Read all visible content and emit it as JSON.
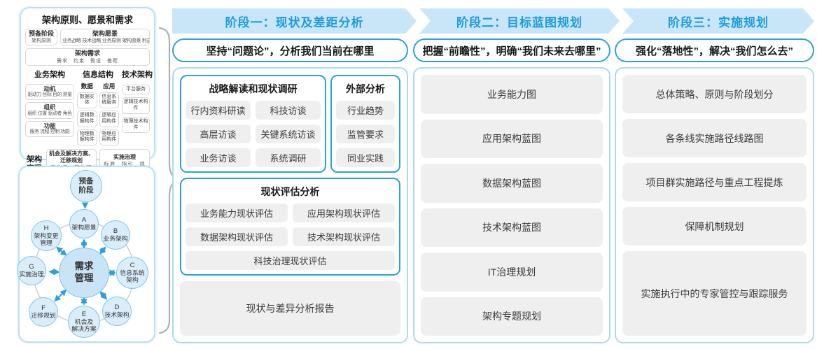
{
  "left": {
    "principles_panel": {
      "title": "架构原则、愿景和需求",
      "prep": {
        "title": "预备阶段",
        "sub": "架构原则"
      },
      "vision": {
        "title": "架构愿景",
        "sub": "业务战略 技术战略 业务原则 架构愿景 利益相关者"
      },
      "requirements": {
        "title": "架构需求",
        "sub": "需求　约束　假设　差距"
      },
      "business": {
        "title": "业务架构",
        "items": [
          {
            "title": "动机",
            "sub": "驱动力 目标 目的 测量"
          },
          {
            "title": "组织",
            "sub": "组织 位置 驱动者 角色"
          },
          {
            "title": "功能",
            "sub": "服务 流程 控制 功能"
          }
        ]
      },
      "information": {
        "title": "信息结构",
        "columns": [
          {
            "title": "数据",
            "items": [
              "数据实体",
              "逻辑数据构件",
              "物理数据构件"
            ]
          },
          {
            "title": "应用",
            "items": [
              "信息系统服务",
              "逻辑应用构件",
              "物理应用构件"
            ]
          }
        ]
      },
      "technology": {
        "title": "技术架构",
        "items": [
          "平台服务",
          "逻辑技术构件",
          "物理技术构件"
        ]
      },
      "implementation": {
        "label": "架构实现",
        "opportunity": {
          "title": "机会及解决方案、迁移规划",
          "sub": "工作包　架构契约"
        },
        "governance": {
          "title": "实施治理",
          "sub": "标准　指引　规格"
        }
      }
    },
    "adm_cycle": {
      "prep": "预备\n阶段",
      "center": "需求\n管理",
      "nodes": [
        {
          "letter": "A",
          "name": "架构愿景"
        },
        {
          "letter": "B",
          "name": "业务架构"
        },
        {
          "letter": "C",
          "name": "信息系统\n架构"
        },
        {
          "letter": "D",
          "name": "技术架构"
        },
        {
          "letter": "E",
          "name": "机会及\n解决方案"
        },
        {
          "letter": "F",
          "name": "迁移规划"
        },
        {
          "letter": "G",
          "name": "实施治理"
        },
        {
          "letter": "H",
          "name": "架构变更\n管理"
        }
      ]
    }
  },
  "phases": [
    {
      "banner": "阶段一：现状及差距分析",
      "slogan": "坚持“问题论”，分析我们当前在哪里",
      "research": {
        "title": "战略解读和现状调研",
        "items": [
          "行内资料研读",
          "科技访谈",
          "高层访谈",
          "关键系统访谈",
          "业务访谈",
          "系统调研"
        ]
      },
      "external": {
        "title": "外部分析",
        "items": [
          "行业趋势",
          "监管要求",
          "同业实践"
        ]
      },
      "assessment": {
        "title": "现状评估分析",
        "items": [
          "业务能力现状评估",
          "应用架构现状评估",
          "数据架构现状评估",
          "技术架构现状评估",
          "科技治理现状评估"
        ]
      },
      "report": "现状与差异分析报告"
    },
    {
      "banner": "阶段二：目标蓝图规划",
      "slogan": "把握“前瞻性”，明确“我们未来去哪里”",
      "items": [
        "业务能力图",
        "应用架构蓝图",
        "数据架构蓝图",
        "技术架构蓝图",
        "IT治理规划",
        "架构专题规划"
      ]
    },
    {
      "banner": "阶段三：实施规划",
      "slogan": "强化“落地性”，解决“我们怎么去”",
      "items": [
        "总体策略、原则与阶段划分",
        "各条线实施路径线路图",
        "项目群实施路径与重点工程提炼",
        "保障机制规划",
        "实施执行中的专家管控与跟踪服务"
      ]
    }
  ],
  "colors": {
    "banner_bg": "#C9E6F8",
    "banner_text": "#1C9CE0",
    "accent_border": "#29A3DC",
    "panel_border": "#A9DAF3",
    "item_bg": "#EFEFEF",
    "circle_fill": "#DAEDFA",
    "circle_border": "#82C5EA",
    "arrow": "#2B9FE0",
    "brace": "#B0B0B0"
  }
}
